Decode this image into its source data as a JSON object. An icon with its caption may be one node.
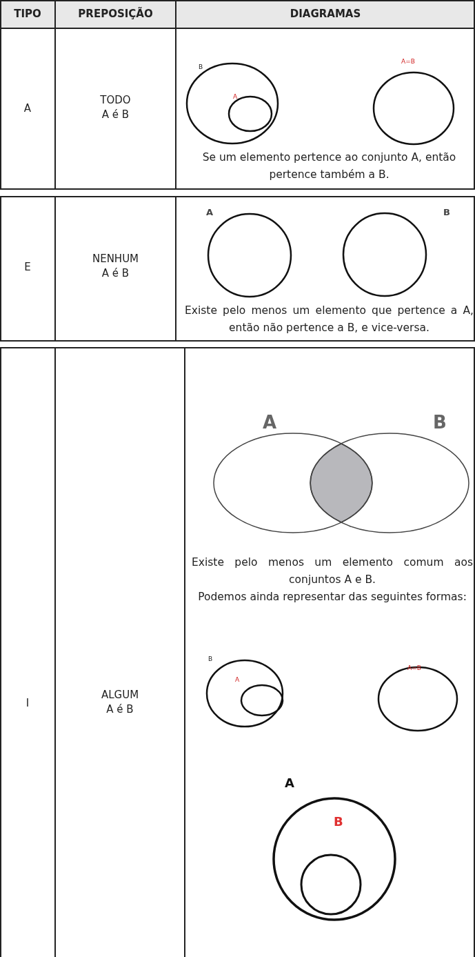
{
  "diagram": {
    "labels": [
      "TIPO",
      "PREPOSIÇÃO",
      "DIAGRAMAS",
      "A",
      "TODO",
      "A é B",
      "B",
      "A",
      "A=B",
      "Se um elemento pertence ao conjunto A, então pertence também a B.",
      "E",
      "NENHUM",
      "A é B",
      "A",
      "B",
      "Existe pelo menos um elemento que pertence a A, então não pertence a B, e vice-versa.",
      "I",
      "ALGUM",
      "A é B",
      "A",
      "B",
      "Existe pelo menos um elemento comum aos conjuntos A e B.",
      "Podemos ainda representar das seguintes formas:",
      "B",
      "A",
      "A=B",
      "A",
      "B"
    ]
  }
}
